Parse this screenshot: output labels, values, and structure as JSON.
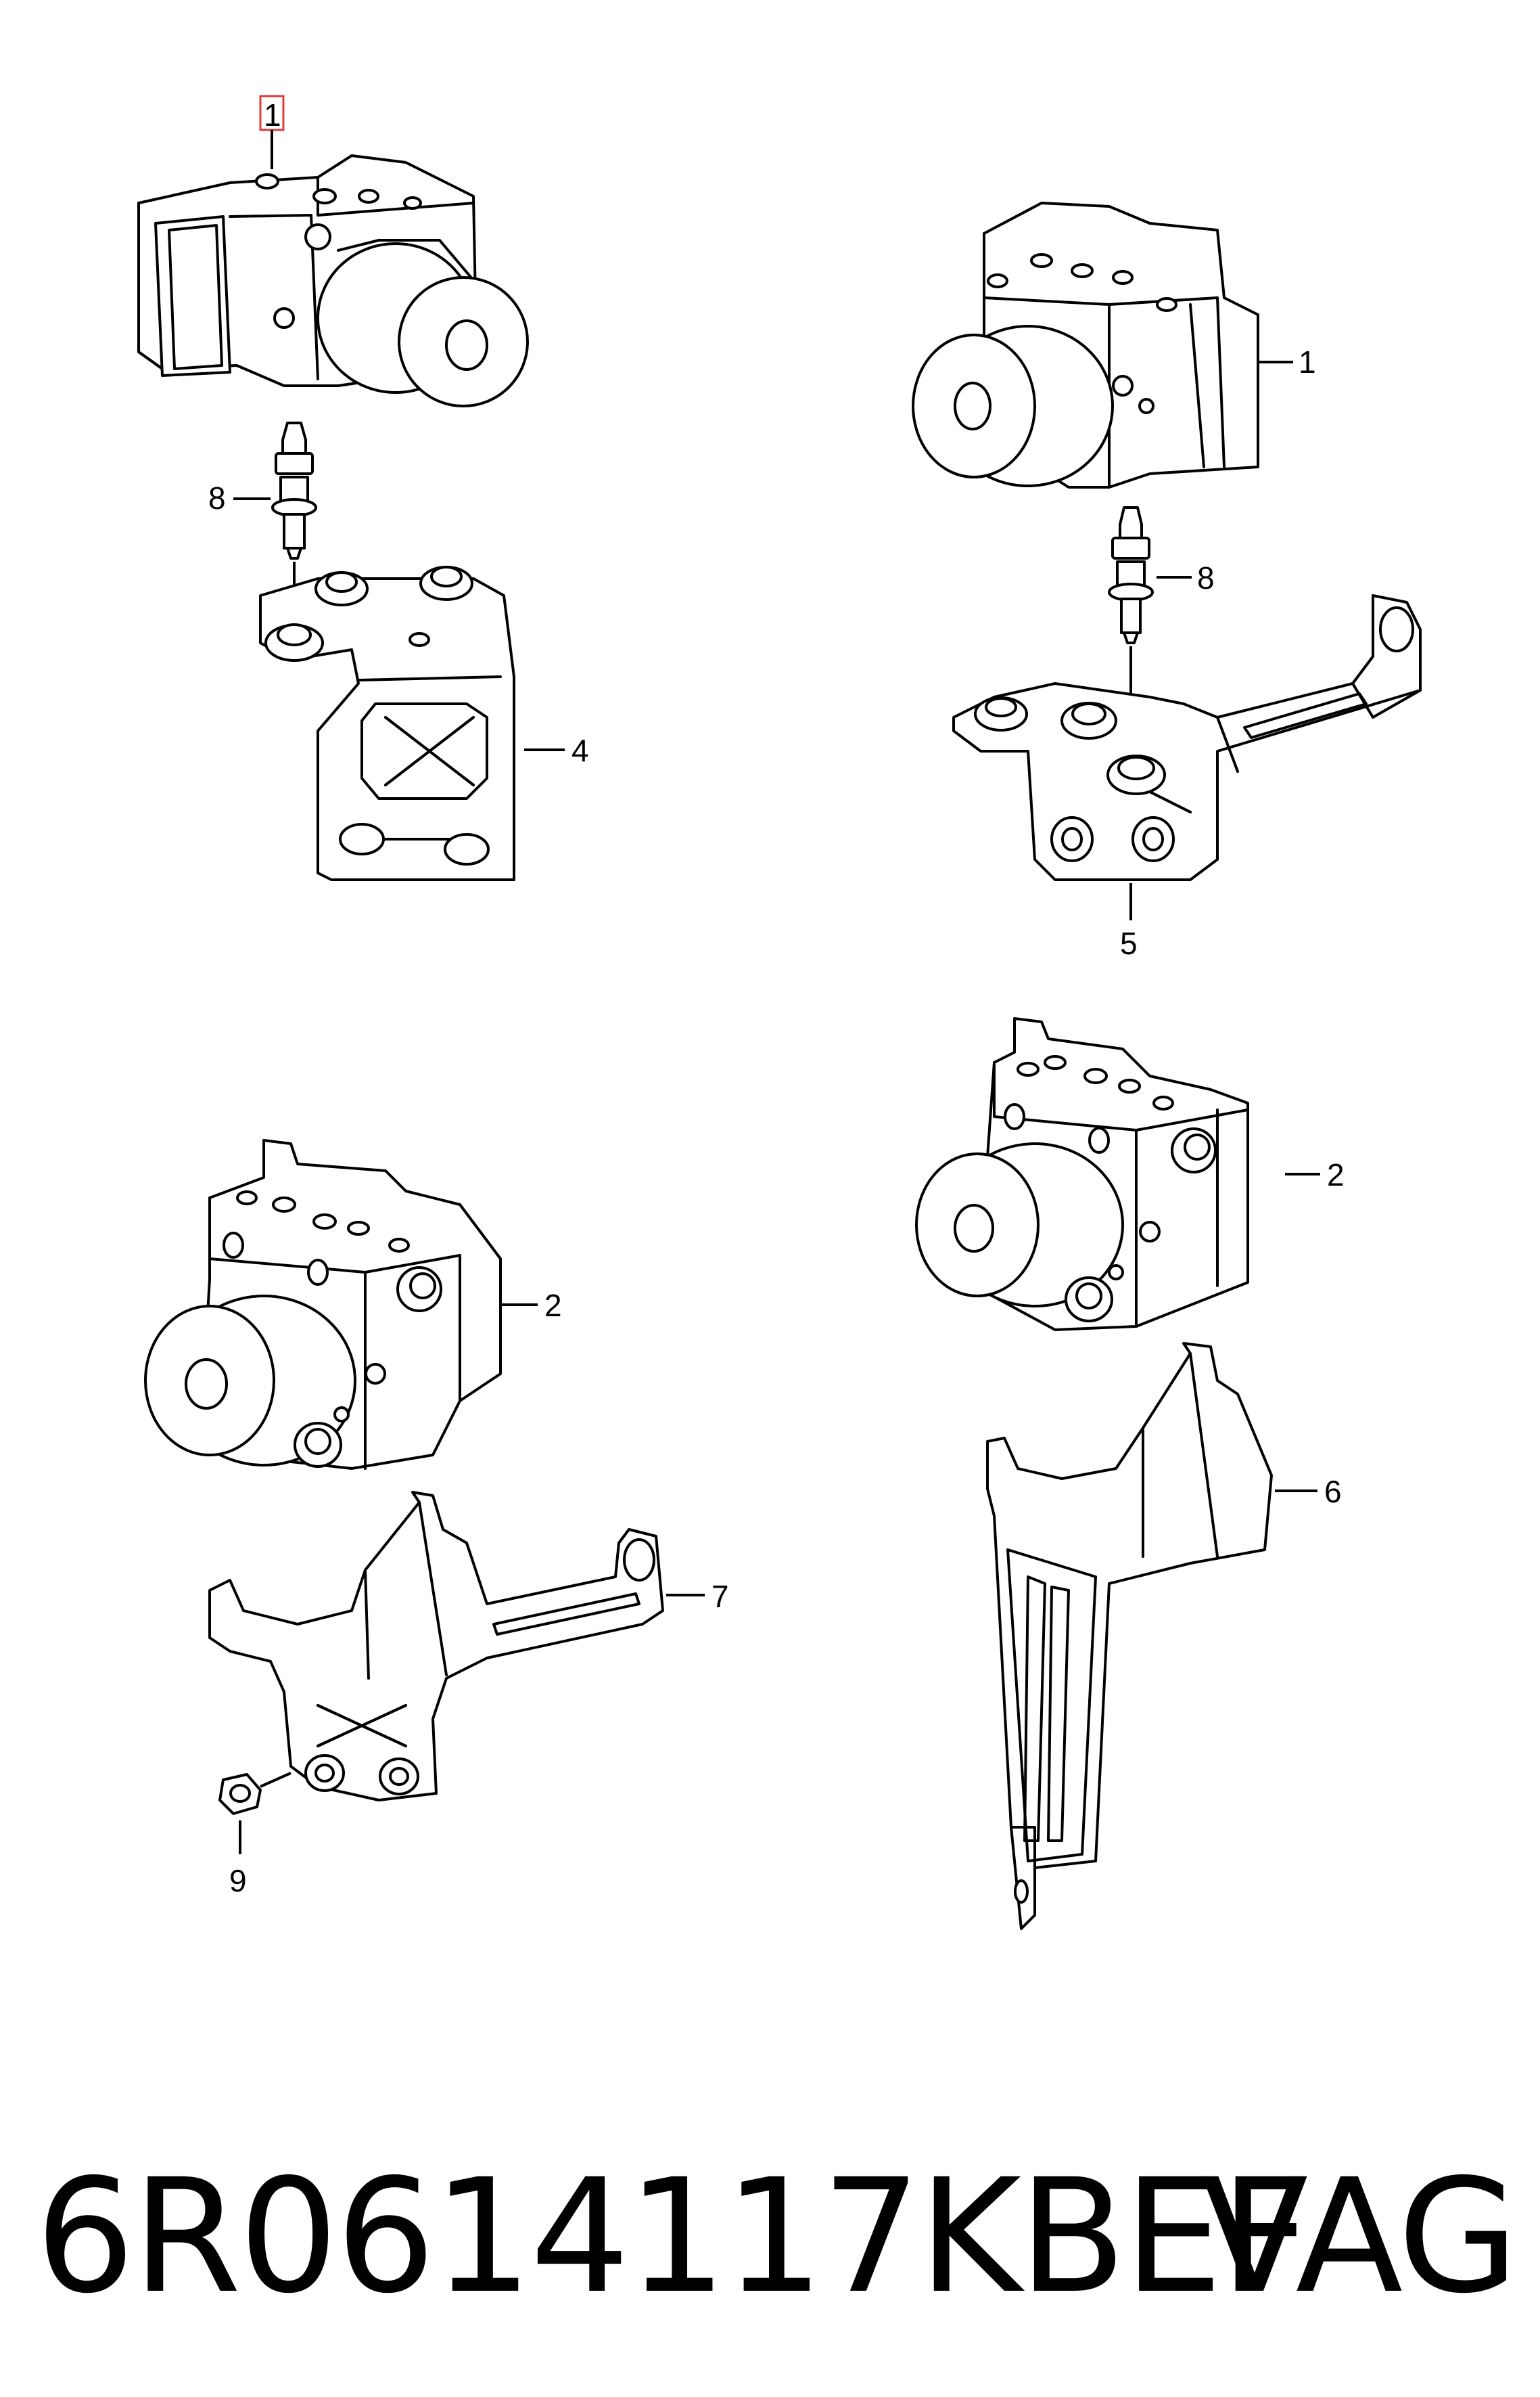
{
  "callouts": {
    "c1_highlight": "1",
    "c1": "1",
    "c8_a": "8",
    "c8_b": "8",
    "c4": "4",
    "c5": "5",
    "c2_a": "2",
    "c2_b": "2",
    "c7": "7",
    "c6": "6",
    "c9": "9"
  },
  "caption": {
    "part_number": "6R0614117KBEF",
    "brand": "VAG"
  },
  "colors": {
    "line": "#000000",
    "highlight": "#e03c3c",
    "background": "#ffffff"
  }
}
